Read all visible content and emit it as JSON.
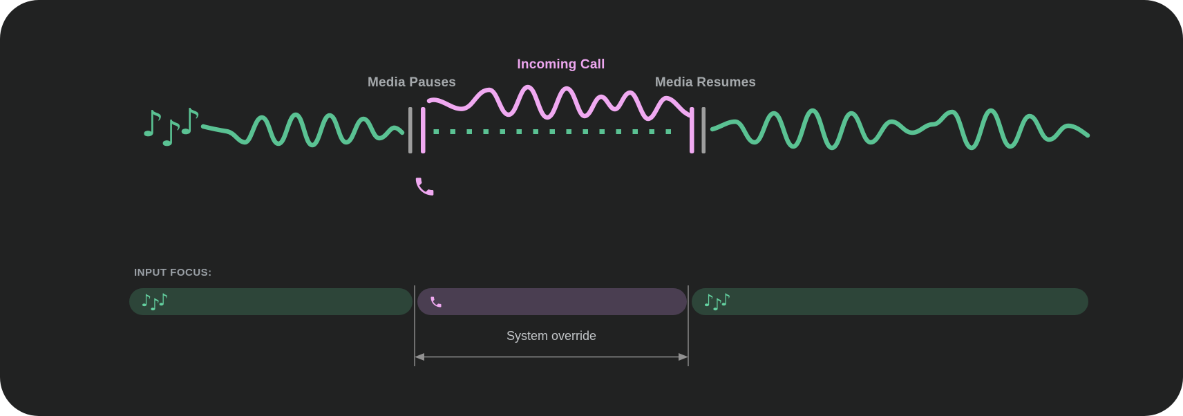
{
  "timeline": {
    "media_pauses_label": "Media Pauses",
    "incoming_call_label": "Incoming Call",
    "media_resumes_label": "Media Resumes",
    "media_icon": "music-notes-icon",
    "call_icon": "phone-icon"
  },
  "input_focus": {
    "heading": "INPUT FOCUS:",
    "segments": [
      {
        "icon": "music-notes-icon",
        "type": "media"
      },
      {
        "icon": "phone-icon",
        "type": "call"
      },
      {
        "icon": "music-notes-icon",
        "type": "media"
      }
    ],
    "system_override_label": "System override"
  },
  "icons": {
    "note_glyph": "♪"
  },
  "colors": {
    "background": "#212222",
    "media_green": "#5ac293",
    "call_pink": "#f0a9f1",
    "focus_media_fill": "#2d4539",
    "focus_call_fill": "#4a3e51",
    "marker_gray": "#9e9e9e",
    "label_gray": "#a5a9ac",
    "incoming_call_text": "#eda6ef"
  }
}
